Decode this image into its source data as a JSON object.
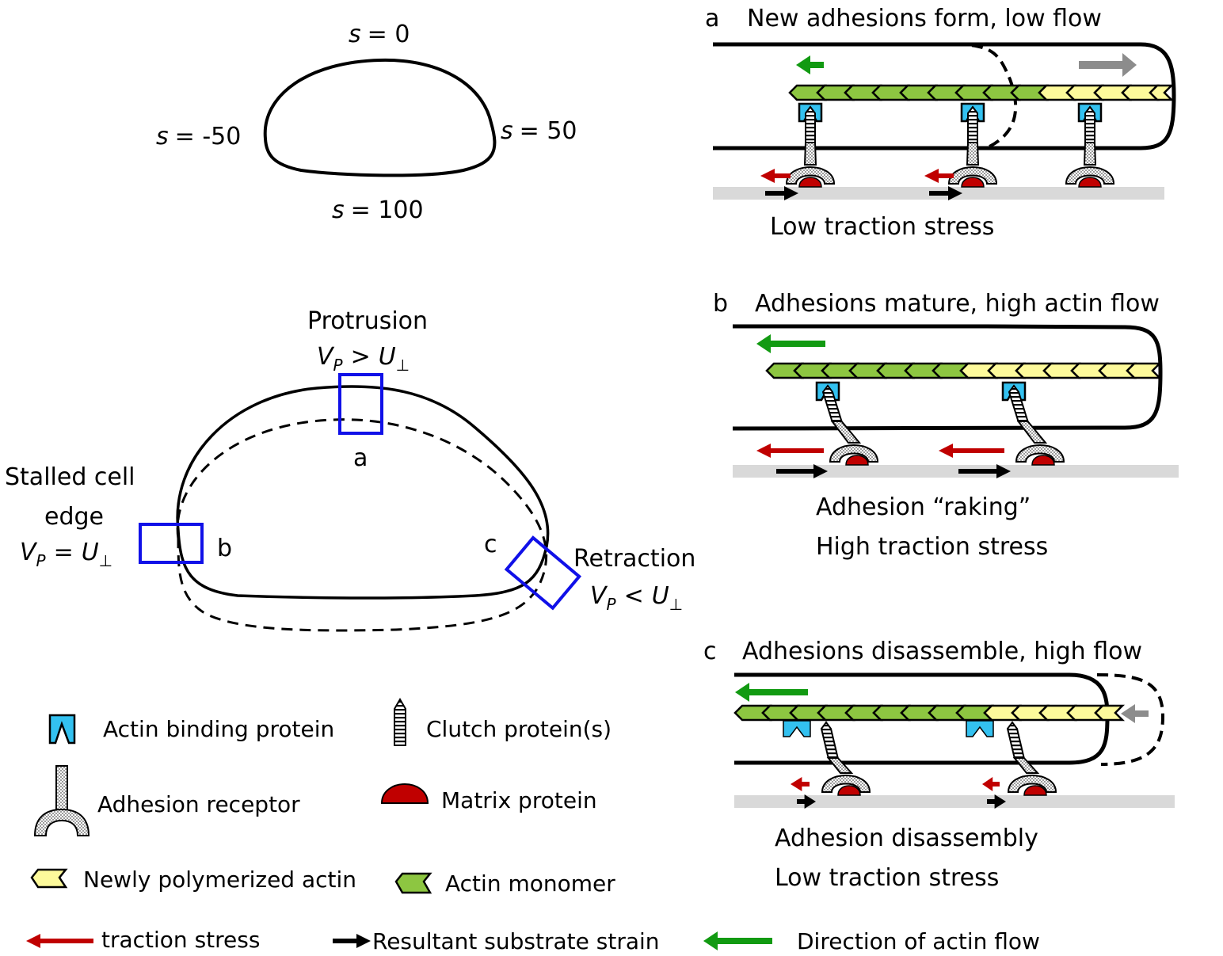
{
  "shape_labels": {
    "top": "s = 0",
    "left": "s = -50",
    "right": "s = 50",
    "bottom": "s = 100",
    "var": "s",
    "values": [
      "0",
      "-50",
      "50",
      "100"
    ]
  },
  "regions": {
    "protrusion": {
      "title": "Protrusion",
      "relation": ">",
      "box_label": "a"
    },
    "stalled": {
      "title_line1": "Stalled cell",
      "title_line2": "edge",
      "relation": "=",
      "box_label": "b"
    },
    "retraction": {
      "title": "Retraction",
      "relation": "<",
      "box_label": "c"
    },
    "vp": "V",
    "vp_sub": "P",
    "u": "U",
    "u_sub": "⊥"
  },
  "panels": [
    {
      "letter": "a",
      "title": "New adhesions form, low flow",
      "captions": [
        "Low traction stress"
      ]
    },
    {
      "letter": "b",
      "title": "Adhesions mature, high actin flow",
      "captions": [
        "Adhesion “raking”",
        "High traction stress"
      ]
    },
    {
      "letter": "c",
      "title": "Adhesions disassemble, high flow",
      "captions": [
        "Adhesion disassembly",
        "Low traction stress"
      ]
    }
  ],
  "legend": {
    "actin_binding_protein": "Actin binding protein",
    "clutch_proteins": "Clutch protein(s)",
    "adhesion_receptor": "Adhesion receptor",
    "matrix_protein": "Matrix protein",
    "new_actin": "Newly polymerized  actin",
    "actin_monomer": "Actin monomer",
    "traction_stress": "traction stress",
    "substrate_strain": "Resultant substrate strain",
    "actin_flow": "Direction of actin flow"
  },
  "colors": {
    "actin_green": "#8dc641",
    "actin_yellow": "#fdfa9b",
    "binding_blue": "#33c1f0",
    "matrix_red": "#c00000",
    "traction_red": "#c00000",
    "flow_green": "#129a12",
    "box_blue": "#1010e8",
    "substrate_gray": "#d9d9d9",
    "grow_gray": "#8c8c8c"
  }
}
